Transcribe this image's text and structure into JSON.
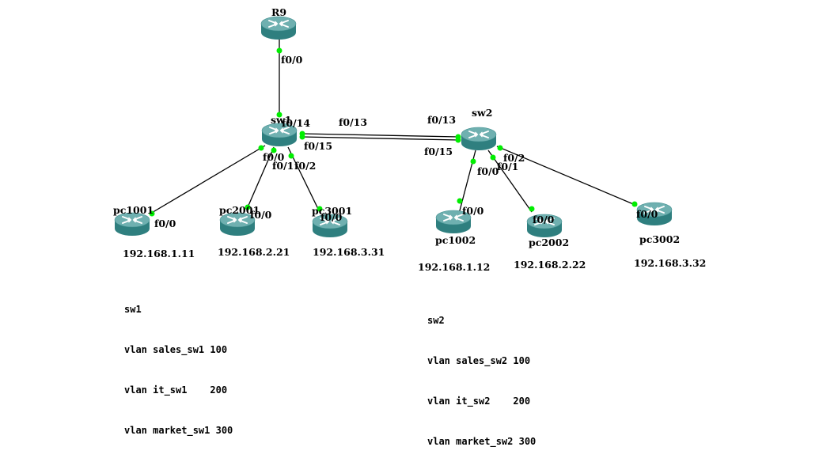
{
  "colors": {
    "router_top": "#6fb0b0",
    "router_side": "#2f7f7f",
    "link": "#000000",
    "port_dot": "#00ee00"
  },
  "nodes": {
    "r9": {
      "name": "R9",
      "icon": "router-icon"
    },
    "sw1": {
      "name": "sw1",
      "icon": "router-icon"
    },
    "sw2": {
      "name": "sw2",
      "icon": "router-icon"
    },
    "pc1001": {
      "name": "pc1001",
      "icon": "router-icon",
      "ip": "192.168.1.11"
    },
    "pc2001": {
      "name": "pc2001",
      "icon": "router-icon",
      "ip": "192.168.2.21"
    },
    "pc3001": {
      "name": "pc3001",
      "icon": "router-icon",
      "ip": "192.168.3.31"
    },
    "pc1002": {
      "name": "pc1002",
      "icon": "router-icon",
      "ip": "192.168.1.12"
    },
    "pc2002": {
      "name": "pc2002",
      "icon": "router-icon",
      "ip": "192.168.2.22"
    },
    "pc3002": {
      "name": "pc3002",
      "icon": "router-icon",
      "ip": "192.168.3.32"
    }
  },
  "links": [
    {
      "from": "r9",
      "from_port": "f0/0",
      "to": "sw1",
      "to_port": "f0/14"
    },
    {
      "from": "sw1",
      "from_port": "f0/13",
      "to": "sw2",
      "to_port": "f0/13"
    },
    {
      "from": "sw1",
      "from_port": "f0/15",
      "to": "sw2",
      "to_port": "f0/15"
    },
    {
      "from": "sw1",
      "from_port": "f0/0",
      "to": "pc1001",
      "to_port": "f0/0"
    },
    {
      "from": "sw1",
      "from_port": "f0/1",
      "to": "pc2001",
      "to_port": "f0/0"
    },
    {
      "from": "sw1",
      "from_port": "f0/2",
      "to": "pc3001",
      "to_port": "f0/0"
    },
    {
      "from": "sw2",
      "from_port": "f0/0",
      "to": "pc1002",
      "to_port": "f0/0"
    },
    {
      "from": "sw2",
      "from_port": "f0/1",
      "to": "pc2002",
      "to_port": "f0/0"
    },
    {
      "from": "sw2",
      "from_port": "f0/2",
      "to": "pc3002",
      "to_port": "f0/0"
    }
  ],
  "port_labels": {
    "r9_f00": "f0/0",
    "sw1_f014": "f0/14",
    "sw1_f013": "f0/13",
    "sw1_f015": "f0/15",
    "sw1_f00": "f0/0",
    "sw1_f01": "f0/1",
    "sw1_f02": "f0/2",
    "sw2_f013": "f0/13",
    "sw2_f015": "f0/15",
    "sw2_f00": "f0/0",
    "sw2_f01": "f0/1",
    "sw2_f02": "f0/2",
    "pc1001_f00": "f0/0",
    "pc2001_f00": "f0/0",
    "pc3001_f00": "f0/0",
    "pc1002_f00": "f0/0",
    "pc2002_f00": "f0/0",
    "pc3002_f00": "f0/0"
  },
  "notes": {
    "sw1": [
      "sw1",
      "vlan sales_sw1 100",
      "vlan it_sw1    200",
      "vlan market_sw1 300"
    ],
    "sw2": [
      "sw2",
      "vlan sales_sw2 100",
      "vlan it_sw2    200",
      "vlan market_sw2 300"
    ]
  }
}
